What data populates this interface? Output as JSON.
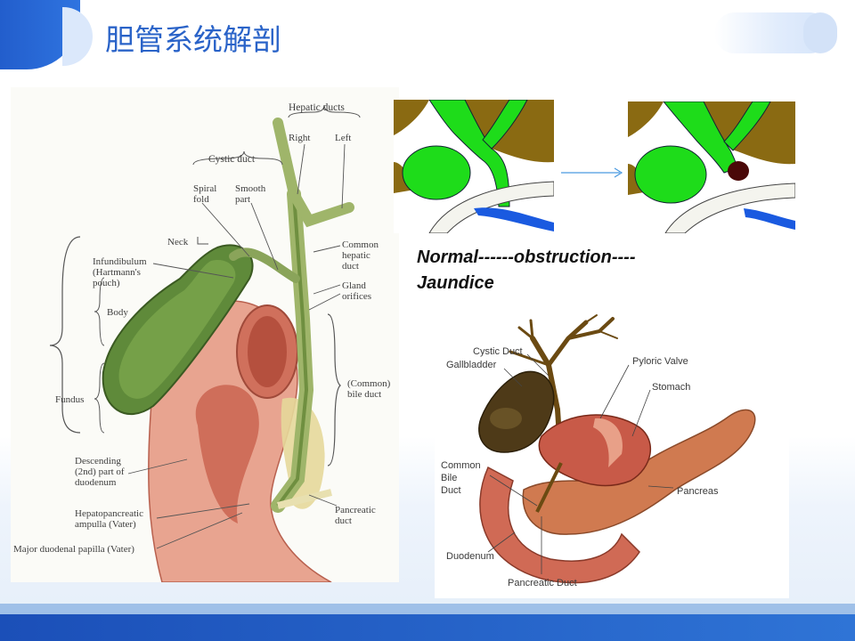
{
  "slide": {
    "title": "胆管系统解剖",
    "colors": {
      "title": "#2a63c8",
      "accent_dark": "#1b4fb8",
      "accent_light": "#dbe8fb"
    }
  },
  "left_diagram": {
    "labels": {
      "hepatic_ducts": "Hepatic ducts",
      "right": "Right",
      "left": "Left",
      "cystic_duct": "Cystic duct",
      "spiral_fold_1": "Spiral",
      "spiral_fold_2": "fold",
      "smooth_part_1": "Smooth",
      "smooth_part_2": "part",
      "neck": "Neck",
      "infundibulum_1": "Infundibulum",
      "infundibulum_2": "(Hartmann's",
      "infundibulum_3": "pouch)",
      "common_hepatic_1": "Common",
      "common_hepatic_2": "hepatic",
      "common_hepatic_3": "duct",
      "gland_orifices_1": "Gland",
      "gland_orifices_2": "orifices",
      "body": "Body",
      "fundus": "Fundus",
      "common_bile_1": "(Common)",
      "common_bile_2": "bile duct",
      "descending_1": "Descending",
      "descending_2": "(2nd) part of",
      "descending_3": "duodenum",
      "ampulla_1": "Hepatopancreatic",
      "ampulla_2": "ampulla (Vater)",
      "papilla": "Major duodenal papilla (Vater)",
      "pancreatic_1": "Pancreatic",
      "pancreatic_2": "duct"
    }
  },
  "caption": {
    "line1": "Normal------obstruction----",
    "line2": "Jaundice"
  },
  "right_diagram": {
    "labels": {
      "cystic_duct": "Cystic Duct",
      "gallbladder": "Gallbladder",
      "pyloric_valve": "Pyloric Valve",
      "stomach": "Stomach",
      "common_bile_1": "Common",
      "common_bile_2": "Bile",
      "common_bile_3": "Duct",
      "pancreas": "Pancreas",
      "duodenum": "Duodenum",
      "pancreatic_duct": "Pancreatic Duct"
    }
  }
}
